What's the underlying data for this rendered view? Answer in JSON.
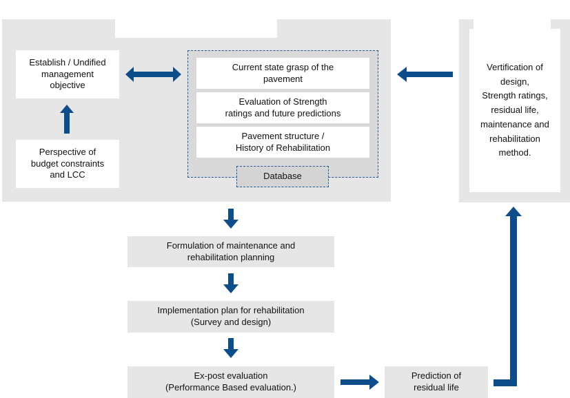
{
  "nodes": {
    "establish": "Establish / Undified\nmanagement\nobjective",
    "perspective": "Perspective of\nbudget constraints\nand LCC",
    "current_state": "Current state grasp of the\npavement",
    "evaluation": "Evaluation of Strength\nratings and future predictions",
    "pavement_structure": "Pavement structure /\nHistory of Rehabilitation",
    "database": "Database",
    "verification": "Vertification of\ndesign,\nStrength ratings,\nresidual life,\nmaintenance and\nrehabilitation\nmethod.",
    "formulation": "Formulation of maintenance and\nrehabilitation planning",
    "implementation": "Implementation plan for rehabilitation\n(Survey and design)",
    "ex_post": "Ex-post evaluation\n(Performance Based evaluation.)",
    "prediction": "Prediction of\nresidual life"
  },
  "colors": {
    "arrow": "#0e4d8c",
    "panel": "#e6e6e6",
    "dashed_border": "#1f5a96"
  }
}
